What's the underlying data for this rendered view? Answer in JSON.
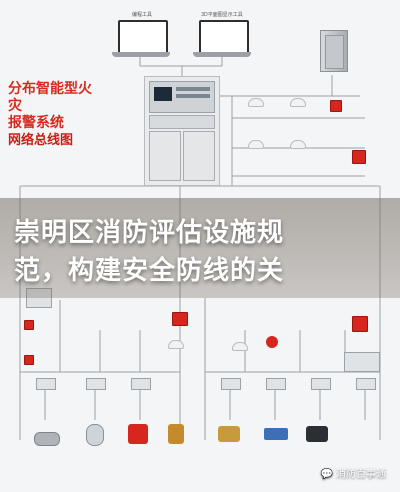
{
  "top": {
    "laptop_left_label": "编程工具",
    "laptop_right_label": "3D平面图显示工具"
  },
  "diagram_title": {
    "line1": "分布智能型火灾",
    "line2": "报警系统",
    "line3": "网络总线图"
  },
  "banner": {
    "line1": "崇明区消防评估设施规",
    "line2": "范，构建安全防线的关"
  },
  "watermark": "消防百事通",
  "colors": {
    "title_red": "#d62b1e",
    "line_grey": "#9aa0a6",
    "device_red": "#d7261e"
  }
}
